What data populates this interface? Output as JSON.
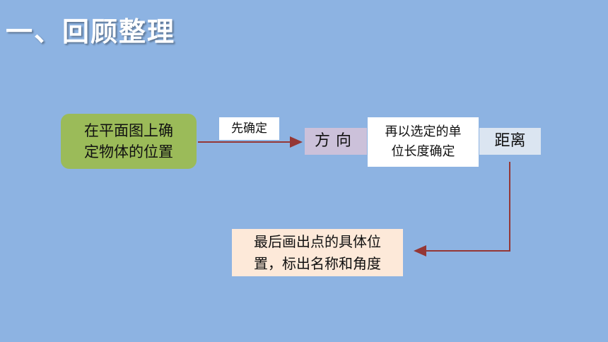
{
  "title": "一、回顾整理",
  "flow": {
    "start_line1": "在平面图上确",
    "start_line2": "定物体的位置",
    "label_first": "先确定",
    "direction": "方向",
    "unit_line1": "再以选定的单",
    "unit_line2": "位长度确定",
    "distance": "距离",
    "final_line1": "最后画出点的具体位",
    "final_line2": "置，标出名称和角度"
  },
  "colors": {
    "background": "#8db3e2",
    "start_box": "#9bbb59",
    "direction_box": "#ccc1da",
    "distance_box": "#dbe5f1",
    "final_box": "#fde9d9",
    "arrow": "#953735"
  }
}
